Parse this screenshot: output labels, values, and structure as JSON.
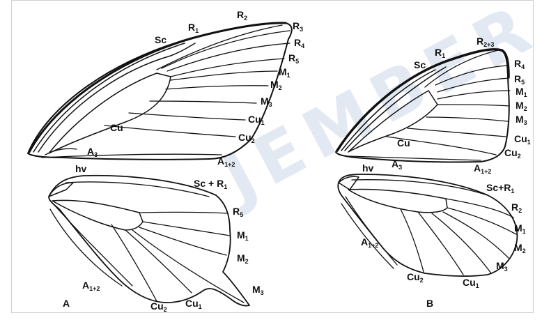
{
  "figure": {
    "watermark_text": "JEMBER",
    "panel_a": {
      "panel_label": "A",
      "forewing_labels": [
        {
          "key": "sc",
          "base": "Sc",
          "sub": ""
        },
        {
          "key": "r1",
          "base": "R",
          "sub": "1"
        },
        {
          "key": "r2",
          "base": "R",
          "sub": "2"
        },
        {
          "key": "r3",
          "base": "R",
          "sub": "3"
        },
        {
          "key": "r4",
          "base": "R",
          "sub": "4"
        },
        {
          "key": "r5",
          "base": "R",
          "sub": "5"
        },
        {
          "key": "m1",
          "base": "M",
          "sub": "1"
        },
        {
          "key": "m2",
          "base": "M",
          "sub": "2"
        },
        {
          "key": "m3",
          "base": "M",
          "sub": "3"
        },
        {
          "key": "cu1",
          "base": "Cu",
          "sub": "1"
        },
        {
          "key": "cu2",
          "base": "Cu",
          "sub": "2"
        },
        {
          "key": "cu",
          "base": "Cu",
          "sub": ""
        },
        {
          "key": "a3",
          "base": "A",
          "sub": "3"
        },
        {
          "key": "a12",
          "base": "A",
          "sub": "1+2"
        }
      ],
      "hindwing_labels": [
        {
          "key": "hv",
          "base": "hv",
          "sub": ""
        },
        {
          "key": "scr1",
          "base": "Sc + R",
          "sub": "1"
        },
        {
          "key": "r5",
          "base": "R",
          "sub": "5"
        },
        {
          "key": "m1",
          "base": "M",
          "sub": "1"
        },
        {
          "key": "m2",
          "base": "M",
          "sub": "2"
        },
        {
          "key": "m3",
          "base": "M",
          "sub": "3"
        },
        {
          "key": "a12",
          "base": "A",
          "sub": "1+2"
        },
        {
          "key": "cu2",
          "base": "Cu",
          "sub": "2"
        },
        {
          "key": "cu1",
          "base": "Cu",
          "sub": "1"
        }
      ]
    },
    "panel_b": {
      "panel_label": "B",
      "forewing_labels": [
        {
          "key": "sc",
          "base": "Sc",
          "sub": ""
        },
        {
          "key": "r1",
          "base": "R",
          "sub": "1"
        },
        {
          "key": "r23",
          "base": "R",
          "sub": "2+3"
        },
        {
          "key": "r4",
          "base": "R",
          "sub": "4"
        },
        {
          "key": "r5",
          "base": "R",
          "sub": "5"
        },
        {
          "key": "m1",
          "base": "M",
          "sub": "1"
        },
        {
          "key": "m2",
          "base": "M",
          "sub": "2"
        },
        {
          "key": "m3",
          "base": "M",
          "sub": "3"
        },
        {
          "key": "cu1",
          "base": "Cu",
          "sub": "1"
        },
        {
          "key": "cu2",
          "base": "Cu",
          "sub": "2"
        },
        {
          "key": "cu",
          "base": "Cu",
          "sub": ""
        },
        {
          "key": "a3",
          "base": "A",
          "sub": "3"
        },
        {
          "key": "a12",
          "base": "A",
          "sub": "1+2"
        }
      ],
      "hindwing_labels": [
        {
          "key": "hv",
          "base": "hv",
          "sub": ""
        },
        {
          "key": "scr1",
          "base": "Sc+R",
          "sub": "1"
        },
        {
          "key": "r2",
          "base": "R",
          "sub": "2"
        },
        {
          "key": "m1",
          "base": "M",
          "sub": "1"
        },
        {
          "key": "m2",
          "base": "M",
          "sub": "2"
        },
        {
          "key": "m3",
          "base": "M",
          "sub": "3"
        },
        {
          "key": "a12",
          "base": "A",
          "sub": "1+2"
        },
        {
          "key": "cu2",
          "base": "Cu",
          "sub": "2"
        },
        {
          "key": "cu1",
          "base": "Cu",
          "sub": "1"
        }
      ]
    }
  }
}
